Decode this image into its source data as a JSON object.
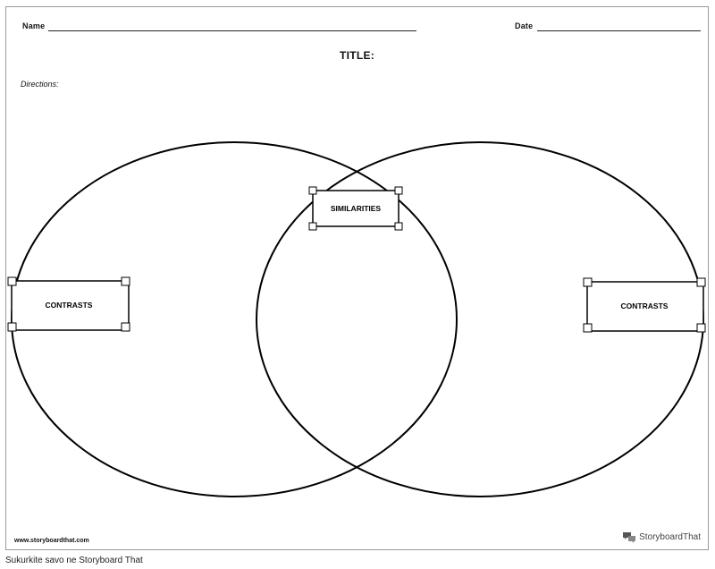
{
  "header": {
    "name_label": "Name",
    "date_label": "Date",
    "title": "TITLE:",
    "directions": "Directions:"
  },
  "venn": {
    "left_box": "CONTRASTS",
    "center_box": "SIMILARITIES",
    "right_box": "CONTRASTS"
  },
  "footer": {
    "url": "www.storyboardthat.com",
    "brand": "StoryboardThat",
    "brand_icon": "chat-bubbles-icon"
  },
  "caption": "Sukurkite savo ne Storyboard That"
}
